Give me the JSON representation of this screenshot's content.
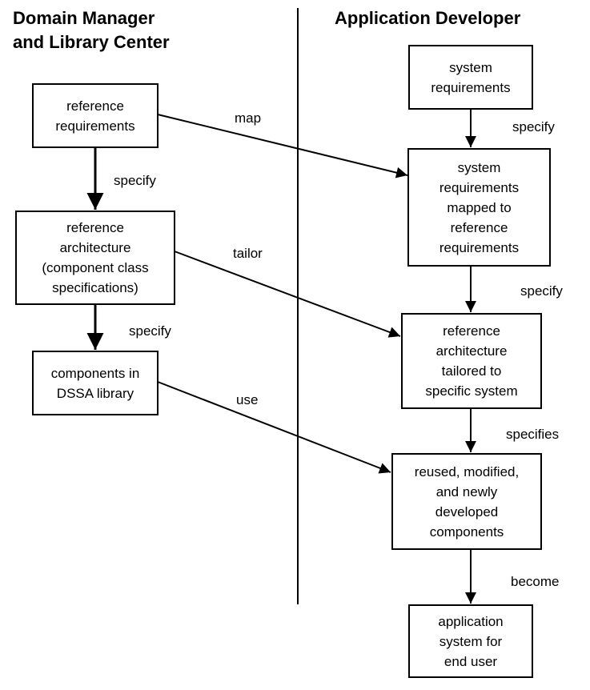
{
  "columns": {
    "left": "Domain Manager\nand Library Center",
    "right": "Application Developer"
  },
  "nodes": {
    "ref_req": "reference\nrequirements",
    "ref_arch": "reference\narchitecture\n(component class\nspecifications)",
    "components": "components in\nDSSA library",
    "sys_req": "system\nrequirements",
    "sys_req_mapped": "system\nrequirements\nmapped to\nreference\nrequirements",
    "ref_arch_tailored": "reference\narchitecture\ntailored to\nspecific system",
    "reused_components": "reused, modified,\nand newly\ndeveloped\ncomponents",
    "app_system": "application\nsystem for\nend user"
  },
  "edge_labels": {
    "map": "map",
    "tailor": "tailor",
    "use": "use",
    "specify_1": "specify",
    "specify_2": "specify",
    "specify_3": "specify",
    "specify_4": "specify",
    "specifies": "specifies",
    "become": "become"
  }
}
